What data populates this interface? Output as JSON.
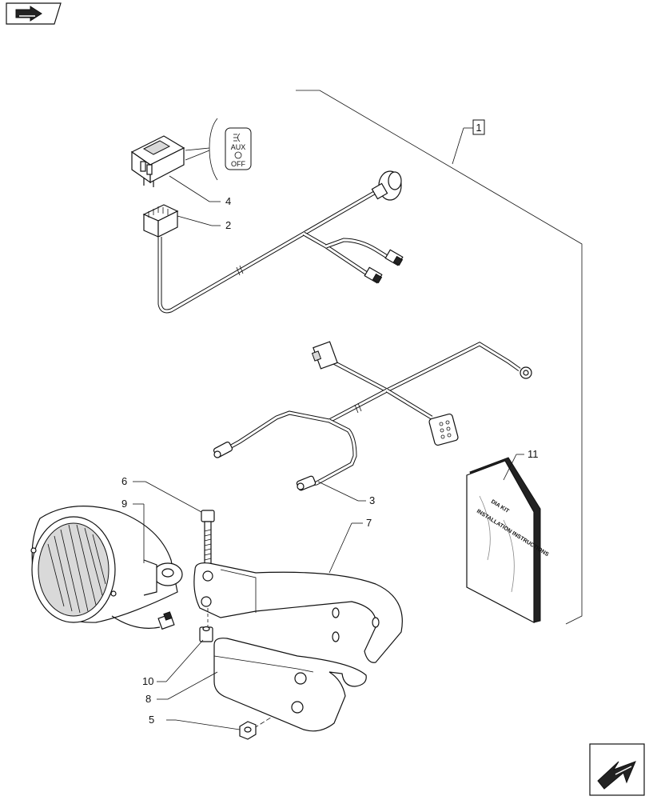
{
  "icons": {
    "nav_top": "forward-arrow-icon",
    "nav_bottom": "back-arrow-icon"
  },
  "switch_symbol": {
    "top_text": "AUX",
    "bottom_text": "OFF"
  },
  "booklet": {
    "line1": "DIA KIT",
    "line2": "INSTALLATION INSTRUCTIONS"
  },
  "callouts": {
    "kit": "1",
    "connector": "2",
    "harness": "3",
    "switch": "4",
    "nut": "5",
    "bolt": "6",
    "bracket_upper": "7",
    "bracket_lower": "8",
    "lamp": "9",
    "spacer": "10",
    "manual": "11"
  },
  "colors": {
    "ink": "#111111",
    "paper": "#ffffff",
    "shade": "#d9d9d9"
  }
}
